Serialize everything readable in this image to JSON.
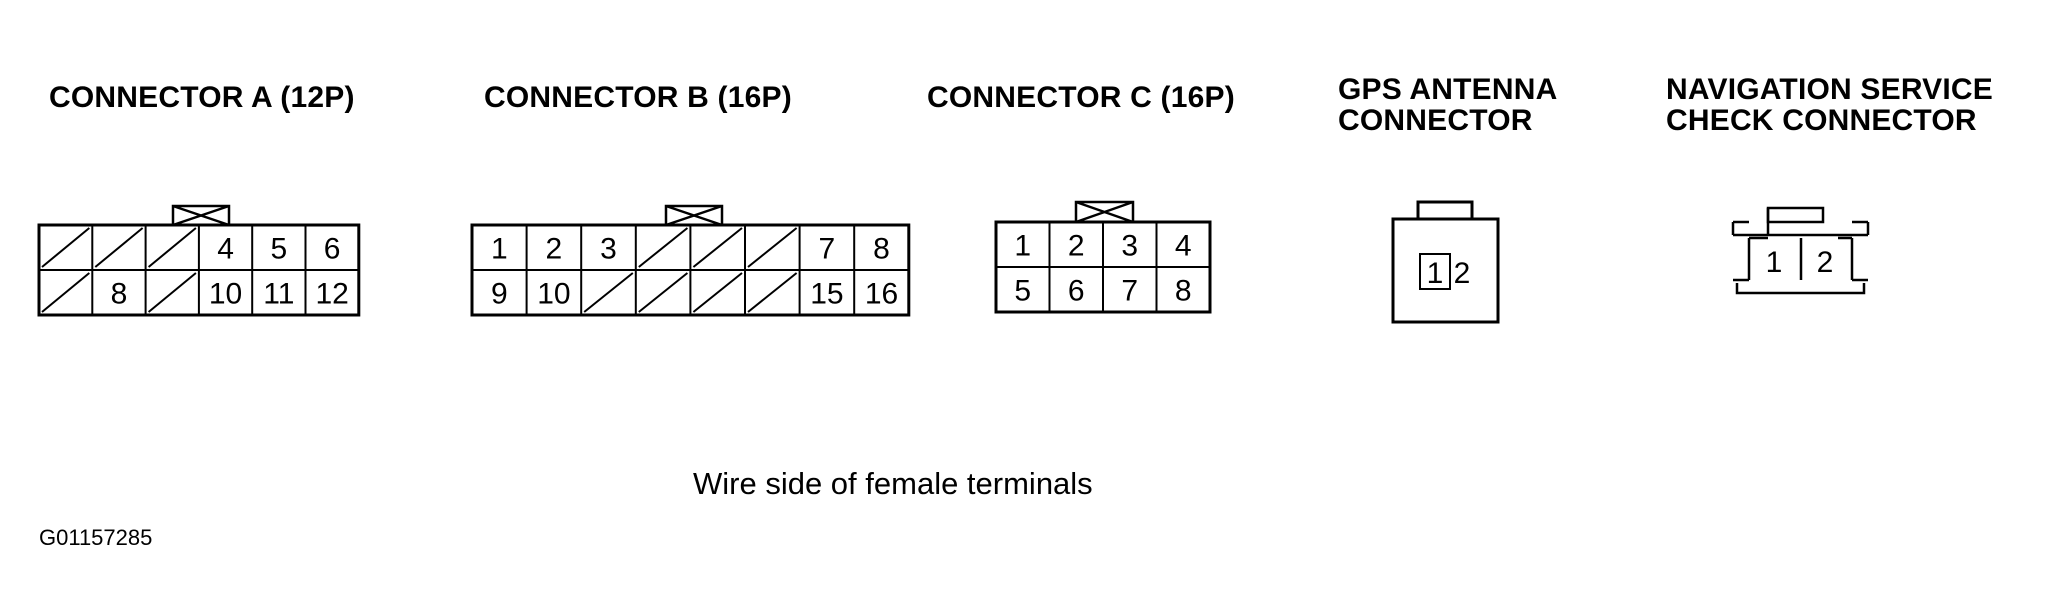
{
  "connectors": [
    {
      "title": [
        "CONNECTOR A (12P)"
      ],
      "rows": [
        [
          "",
          "",
          "",
          "4",
          "5",
          "6"
        ],
        [
          "",
          "8",
          "",
          "10",
          "11",
          "12"
        ]
      ]
    },
    {
      "title": [
        "CONNECTOR B (16P)"
      ],
      "rows": [
        [
          "1",
          "2",
          "3",
          "",
          "",
          "",
          "7",
          "8"
        ],
        [
          "9",
          "10",
          "",
          "",
          "",
          "",
          "15",
          "16"
        ]
      ]
    },
    {
      "title": [
        "CONNECTOR C (16P)"
      ],
      "rows": [
        [
          "1",
          "2",
          "3",
          "4"
        ],
        [
          "5",
          "6",
          "7",
          "8"
        ]
      ]
    },
    {
      "title": [
        "GPS ANTENNA",
        "CONNECTOR"
      ],
      "terminals": [
        "1",
        "2"
      ]
    },
    {
      "title": [
        "NAVIGATION SERVICE",
        "CHECK CONNECTOR"
      ],
      "terminals": [
        "1",
        "2"
      ]
    }
  ],
  "caption": "Wire side of female terminals",
  "figure_code": "G01157285"
}
